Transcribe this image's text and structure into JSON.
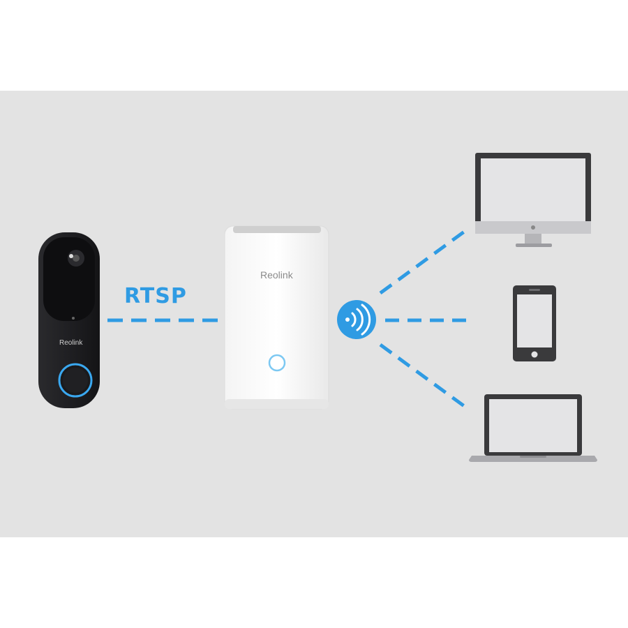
{
  "diagram": {
    "protocol_label": "RTSP",
    "hub_brand": "Reolink",
    "doorbell_brand": "Reolink"
  },
  "colors": {
    "background_band": "#e3e3e3",
    "accent_blue": "#2f9be3",
    "doorbell_body": "#1f1f22",
    "hub_body": "#fafafa",
    "device_frame": "#3a3a3c",
    "device_screen": "#e4e4e6"
  },
  "icons": {
    "wifi_badge": "wifi-broadcast-icon",
    "desktop": "desktop-monitor-icon",
    "phone": "smartphone-icon",
    "laptop": "laptop-icon"
  }
}
